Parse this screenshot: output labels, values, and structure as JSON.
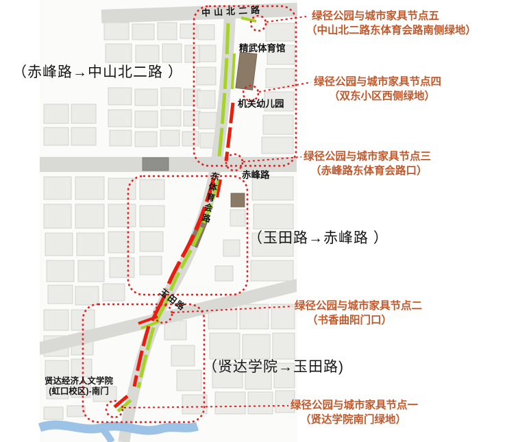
{
  "colors": {
    "route_green": "#a6d426",
    "route_red": "#ea1c0d",
    "marker_red": "#e01f1f",
    "annotation_text": "#c2582a",
    "road_fill": "#d9d9d6",
    "block_fill": "#ebebe8",
    "block_stroke": "#cacac6",
    "building_brown": "#8a7a66",
    "building_gray": "#8f8f8b",
    "river_blue": "#9cc2e5"
  },
  "sections": [
    {
      "label": "（赤峰路→中山北二路 ）"
    },
    {
      "label": "（玉田路→赤峰路 ）"
    },
    {
      "label": "（贤达学院→玉田路)"
    }
  ],
  "annotations": [
    {
      "title": "绿径公园与城市家具节点五",
      "subtitle": "（中山北二路东体育会路南侧绿地）"
    },
    {
      "title": "绿径公园与城市家具节点四",
      "subtitle": "（双东小区西侧绿地）"
    },
    {
      "title": "绿径公园与城市家具节点三",
      "subtitle": "（赤峰路东体育会路口）"
    },
    {
      "title": "绿径公园与城市家具节点二",
      "subtitle": "（书香曲阳门口）"
    },
    {
      "title": "绿径公园与城市家具节点一",
      "subtitle": "（贤达学院南门绿地）"
    }
  ],
  "map_labels": {
    "road_top": "中山北二路",
    "stadium": "精武体育馆",
    "kindergarten": "机关幼儿园",
    "road_middle": "赤峰路",
    "road_vertical": "东体育会路",
    "road_lower": "玉田路",
    "college_line1": "贤达经济人文学院",
    "college_line2": "(虹口校区)-南门"
  }
}
